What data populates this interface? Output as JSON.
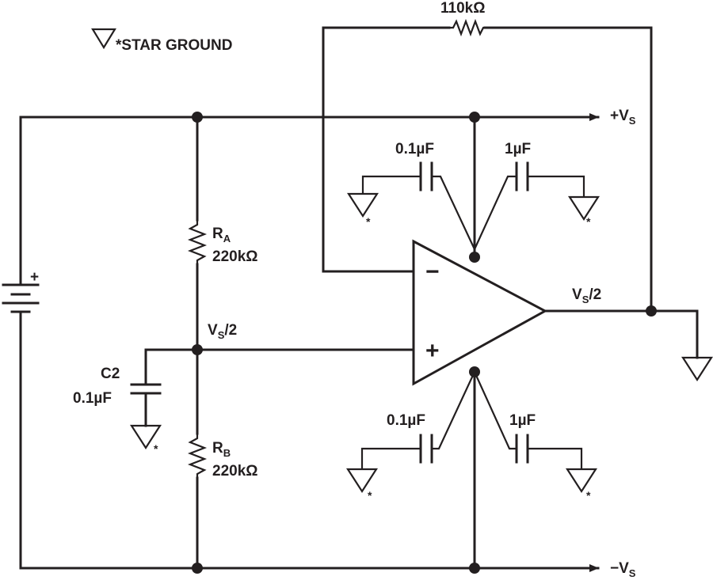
{
  "legend": {
    "symbol": "ground-icon",
    "text": "*STAR GROUND"
  },
  "feedback_resistor": "110kΩ",
  "rails": {
    "positive": {
      "main": "+V",
      "sub": "S"
    },
    "negative": {
      "main": "−V",
      "sub": "S"
    }
  },
  "resistor_a": {
    "name": "R",
    "name_sub": "A",
    "value": "220kΩ"
  },
  "resistor_b": {
    "name": "R",
    "name_sub": "B",
    "value": "220kΩ"
  },
  "midpoint_label": {
    "main": "V",
    "sub": "S",
    "suffix": "/2"
  },
  "output_label": {
    "main": "V",
    "sub": "S",
    "suffix": "/2"
  },
  "c2": {
    "name": "C2",
    "value": "0.1µF"
  },
  "decoupling_caps": {
    "top_left": "0.1µF",
    "top_right": "1µF",
    "bottom_left": "0.1µF",
    "bottom_right": "1µF"
  },
  "opamp": {
    "inverting": "−",
    "non_inverting": "+"
  },
  "battery": {
    "polarity": "+"
  },
  "star_mark": "*"
}
